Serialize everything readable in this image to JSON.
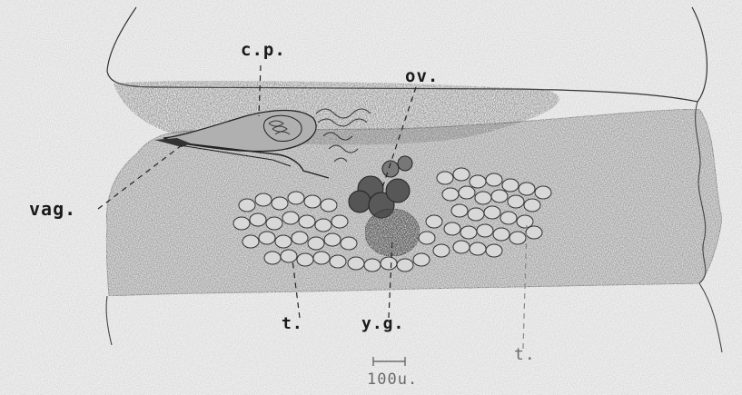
{
  "figure": {
    "labels": {
      "cp": "c.p.",
      "ov": "ov.",
      "vag": "vag.",
      "t_left": "t.",
      "yg": "y.g.",
      "t_right": "t."
    },
    "scale_bar": {
      "label": "100u."
    }
  }
}
